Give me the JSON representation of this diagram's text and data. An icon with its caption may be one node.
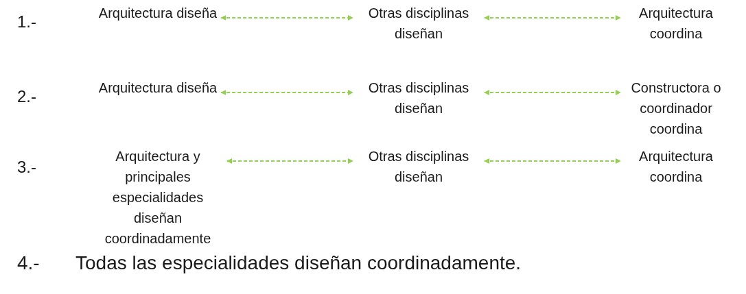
{
  "diagram": {
    "nodes": [
      {
        "text": [
          "Arquitectura diseña"
        ]
      },
      {
        "text": [
          "Otras disciplinas diseñan"
        ]
      },
      {
        "text": [
          "Arquitectura coordina"
        ]
      },
      {
        "text": [
          "Arquitectura diseña"
        ]
      },
      {
        "text": [
          "Otras disciplinas diseñan"
        ]
      },
      {
        "text": [
          "Constructora o coordinador coordina"
        ]
      },
      {
        "text": [
          "Arquitectura y principales especialidades diseñan coordinadamente"
        ]
      },
      {
        "text": [
          "Otras disciplinas diseñan"
        ]
      },
      {
        "text": [
          "Arquitectura coordina"
        ]
      }
    ],
    "edges": [
      {
        "from": 0,
        "to": 1,
        "arrow": "both",
        "style": "dashed",
        "color": "#92d050"
      },
      {
        "from": 1,
        "to": 2,
        "arrow": "both",
        "style": "dashed",
        "color": "#92d050"
      },
      {
        "from": 3,
        "to": 4,
        "arrow": "both",
        "style": "dashed",
        "color": "#92d050"
      },
      {
        "from": 4,
        "to": 5,
        "arrow": "both",
        "style": "dashed",
        "color": "#92d050"
      },
      {
        "from": 6,
        "to": 7,
        "arrow": "both",
        "style": "dashed",
        "color": "#92d050"
      },
      {
        "from": 7,
        "to": 8,
        "arrow": "both",
        "style": "dashed",
        "color": "#92d050"
      }
    ],
    "labels": [
      "1.-",
      "2.-",
      "3.-",
      "4.-",
      "Todas las especialidades diseñan coordinadamente."
    ]
  }
}
